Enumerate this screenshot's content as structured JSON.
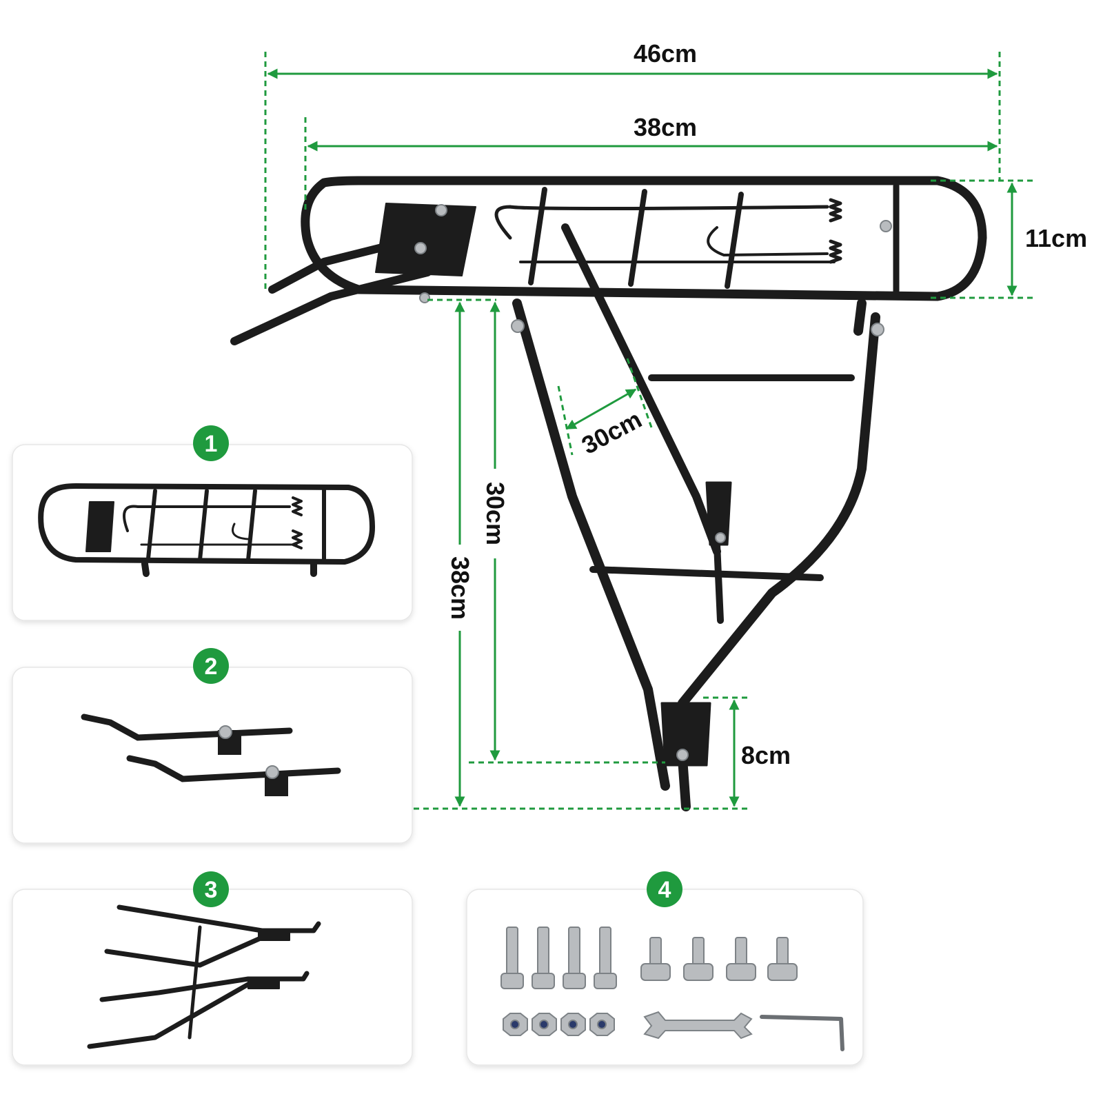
{
  "colors": {
    "accent": "#1f9a3e",
    "frame": "#1c1c1c",
    "metal": "#b9bcbf",
    "panel_border": "#e6e6e6"
  },
  "dimensions": {
    "total_length": "46cm",
    "platform_length": "38cm",
    "platform_height": "11cm",
    "strut_spacing": "30cm",
    "inner_height": "30cm",
    "total_height": "38cm",
    "foot_height": "8cm"
  },
  "parts": [
    {
      "number": "1",
      "icon": "rack-platform-icon"
    },
    {
      "number": "2",
      "icon": "seatstay-arms-icon"
    },
    {
      "number": "3",
      "icon": "support-legs-icon"
    },
    {
      "number": "4",
      "icon": "hardware-kit-icon"
    }
  ]
}
